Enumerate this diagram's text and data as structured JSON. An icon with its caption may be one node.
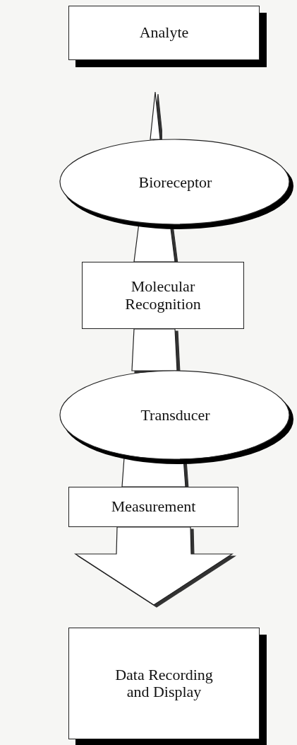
{
  "diagram": {
    "nodes": [
      {
        "text": [
          "Analyte"
        ]
      },
      {
        "text": [
          "Bioreceptor"
        ]
      },
      {
        "text": [
          "Molecular Recognition"
        ]
      },
      {
        "text": [
          "Transducer"
        ]
      },
      {
        "text": [
          "Measurement"
        ]
      },
      {
        "text": [
          "Data Recording and Display"
        ]
      }
    ],
    "edges": [
      {
        "from": 0,
        "to": 1,
        "arrow": "none"
      },
      {
        "from": 1,
        "to": 2,
        "arrow": "none"
      },
      {
        "from": 2,
        "to": 3,
        "arrow": "none"
      },
      {
        "from": 3,
        "to": 4,
        "arrow": "none"
      },
      {
        "from": 4,
        "to": 5,
        "arrow": "to"
      }
    ]
  }
}
